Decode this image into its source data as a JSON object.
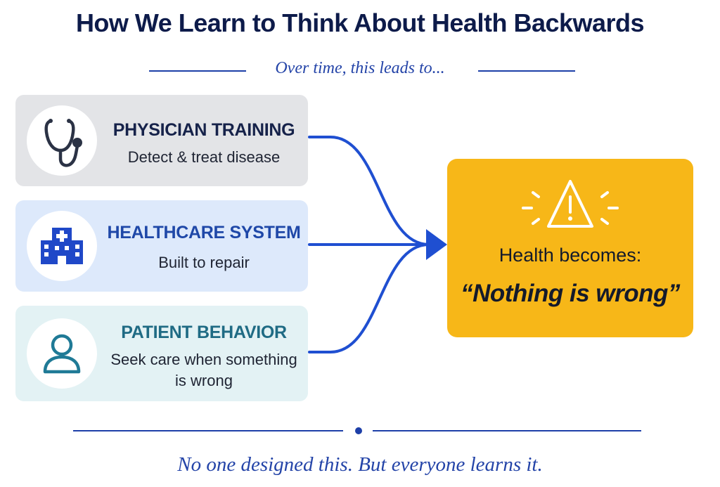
{
  "title": "How We Learn to Think About Health Backwards",
  "subtitle": "Over time, this leads to...",
  "colors": {
    "navy": "#0d1b4a",
    "accent_blue": "#1d3fa8",
    "arrow_blue": "#1f4fd1",
    "result_yellow": "#f7b718"
  },
  "inputs": [
    {
      "title": "PHYSICIAN TRAINING",
      "description": "Detect & treat disease",
      "icon": "stethoscope-icon",
      "title_color": "#16224a"
    },
    {
      "title": "HEALTHCARE SYSTEM",
      "description": "Built to repair",
      "icon": "hospital-icon",
      "title_color": "#1f48a8"
    },
    {
      "title": "PATIENT BEHAVIOR",
      "description_line1": "Seek care when something",
      "description_line2": "is wrong",
      "icon": "person-icon",
      "title_color": "#1f6b84"
    }
  ],
  "result": {
    "icon": "warning-icon",
    "label": "Health becomes:",
    "quote": "“Nothing is wrong”"
  },
  "footer": "No one designed this. But everyone learns it."
}
